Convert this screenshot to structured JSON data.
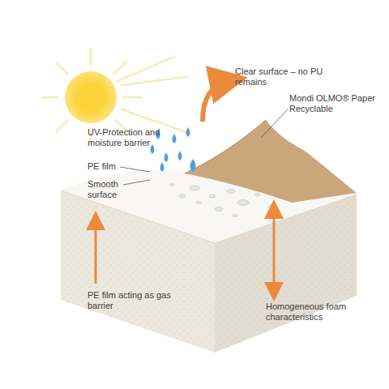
{
  "diagram": {
    "labels": [
      "UV-Protection and moisture barrier",
      "PE film",
      "Smooth surface",
      "Clear surface – no PU remains",
      "Mondi OLMO® Paper Recyclable",
      "PE film acting as gas barrier",
      "Homogeneous foam characteristics"
    ]
  }
}
